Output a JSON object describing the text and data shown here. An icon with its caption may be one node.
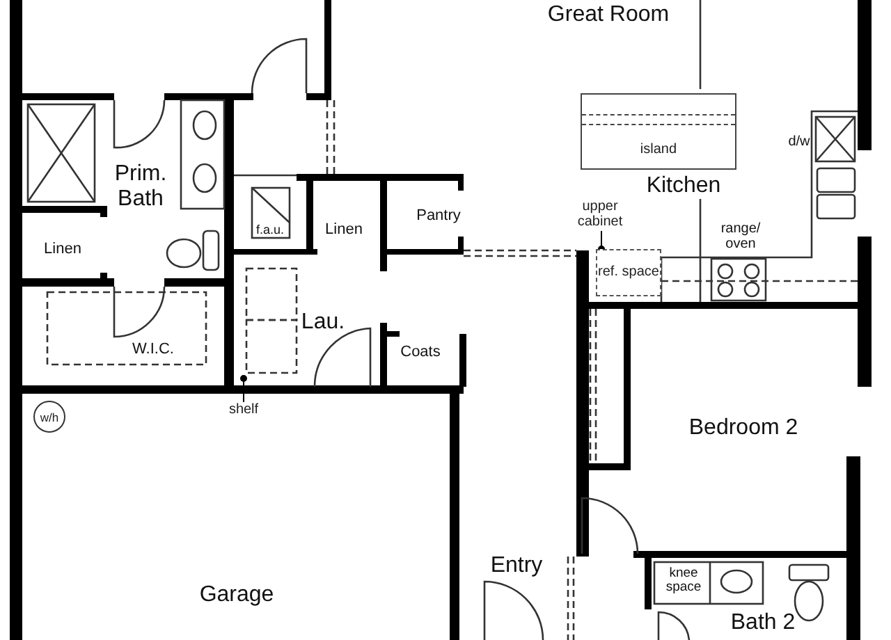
{
  "diagram": {
    "nodes": [
      {
        "text": [
          "island"
        ]
      },
      {
        "text": [
          "ref. space"
        ]
      },
      {
        "text": [
          "w/h"
        ]
      },
      {
        "text": [
          "upper cabinet"
        ]
      },
      {
        "text": [
          "shelf"
        ]
      }
    ],
    "edges": [
      {
        "from": 3,
        "to": 1,
        "arrow": "other"
      },
      {
        "from": 4,
        "to": null,
        "arrow": "other"
      }
    ],
    "labels": [
      "Great Room",
      "d/w",
      "Prim. Bath",
      "Kitchen",
      "Pantry",
      "f.a.u.",
      "Linen",
      "Linen",
      "range/ oven",
      "Lau.",
      "W.I.C.",
      "Coats",
      "Bedroom 2",
      "Entry",
      "Garage",
      "knee space",
      "Bath 2"
    ]
  }
}
